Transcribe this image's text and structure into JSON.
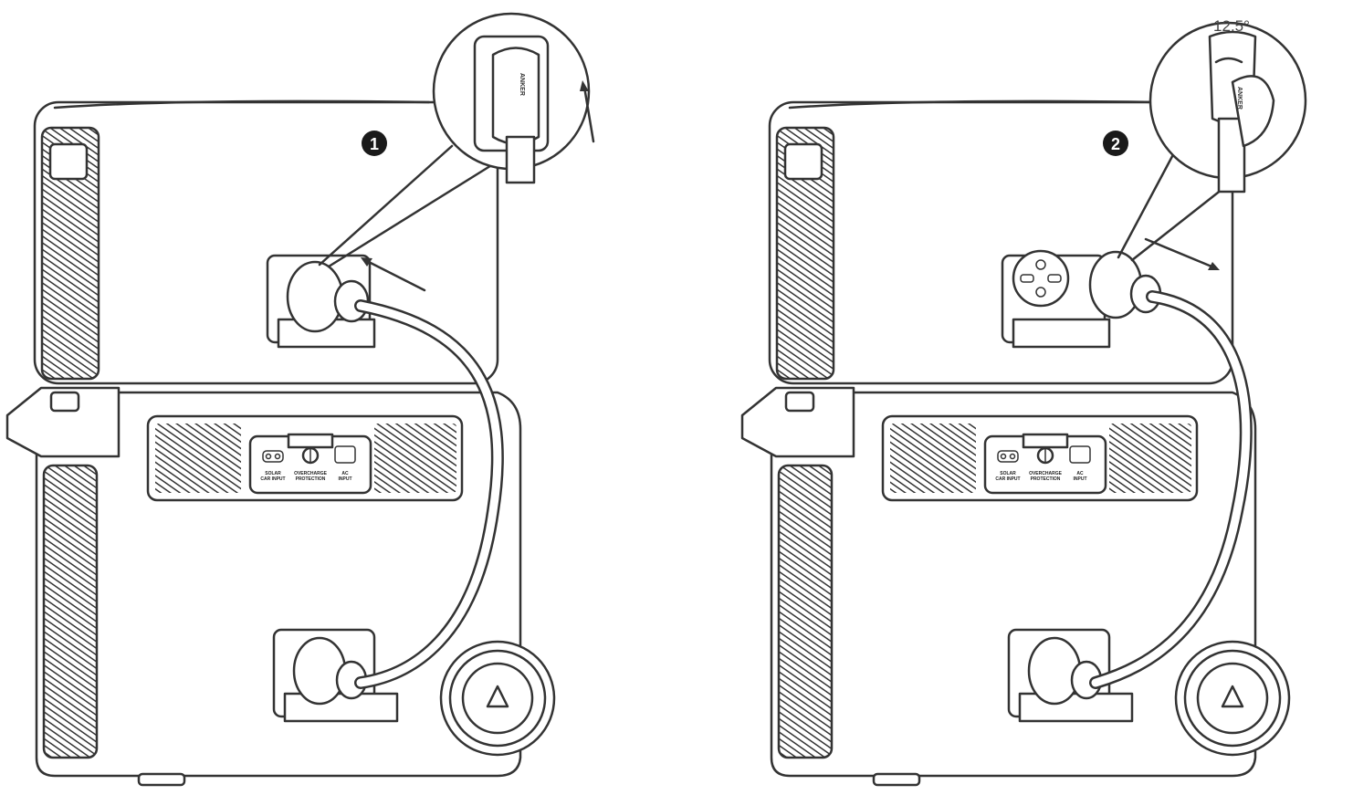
{
  "steps": [
    {
      "number": "1",
      "brand": "ANKER"
    },
    {
      "number": "2",
      "brand": "ANKER",
      "angle": "12.5°"
    }
  ],
  "panel": {
    "solar_input": [
      "SOLAR",
      "CAR INPUT"
    ],
    "overcharge": [
      "OVERCHARGE",
      "PROTECTION"
    ],
    "ac_input": [
      "AC",
      "INPUT"
    ]
  },
  "colors": {
    "line": "#333333",
    "background": "#ffffff"
  }
}
